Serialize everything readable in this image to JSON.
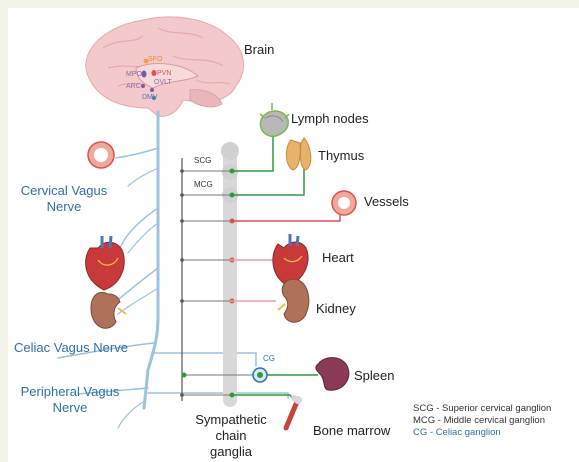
{
  "labels": {
    "brain": "Brain",
    "lymph_nodes": "Lymph nodes",
    "thymus": "Thymus",
    "vessels": "Vessels",
    "heart": "Heart",
    "kidney": "Kidney",
    "spleen": "Spleen",
    "bone_marrow": "Bone marrow",
    "sympathetic_line1": "Sympathetic",
    "sympathetic_line2": "chain",
    "sympathetic_line3": "ganglia",
    "cervical_vagus_line1": "Cervical Vagus",
    "cervical_vagus_line2": "Nerve",
    "celiac_vagus": "Celiac Vagus Nerve",
    "peripheral_vagus_line1": "Peripheral Vagus",
    "peripheral_vagus_line2": "Nerve",
    "scg": "SCG",
    "mcg": "MCG",
    "cg": "CG"
  },
  "brain_regions": {
    "sfo": "SFO",
    "mpo": "MPO",
    "pvn": "PVN",
    "arc": "ARC",
    "ovlt": "OVLT",
    "dmv": "DMV"
  },
  "legend": {
    "scg": "SCG - Superior cervical ganglion",
    "mcg": "MCG - Middle cervical ganglion",
    "cg": "CG - Celiac ganglion"
  },
  "colors": {
    "vagus_nerve": "#9cc3dd",
    "sympathetic_chain": "#d4d4d4",
    "green_pathway": "#2f9a3a",
    "red_pathway": "#d9534f",
    "pink_pathway": "#eda0a0",
    "blue_label": "#2f6fa8"
  }
}
